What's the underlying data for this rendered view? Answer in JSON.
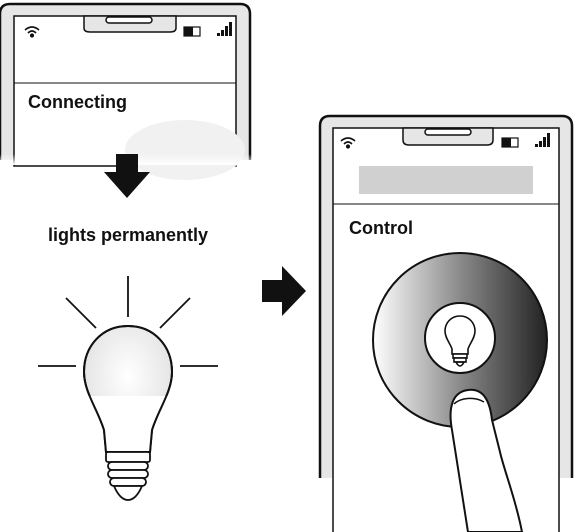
{
  "left_phone": {
    "screen_title": "Connecting"
  },
  "status_text": "lights permanently",
  "right_phone": {
    "screen_title": "Control"
  },
  "icons": [
    "wifi-icon",
    "battery-icon",
    "signal-icon",
    "down-arrow-icon",
    "right-arrow-icon",
    "lightbulb-icon",
    "finger-icon"
  ],
  "colors": {
    "outline": "#111111",
    "phone_body": "#e6e6e6",
    "bulb_glow": "#e8e8e8",
    "address_bar": "#d0d0d0"
  }
}
